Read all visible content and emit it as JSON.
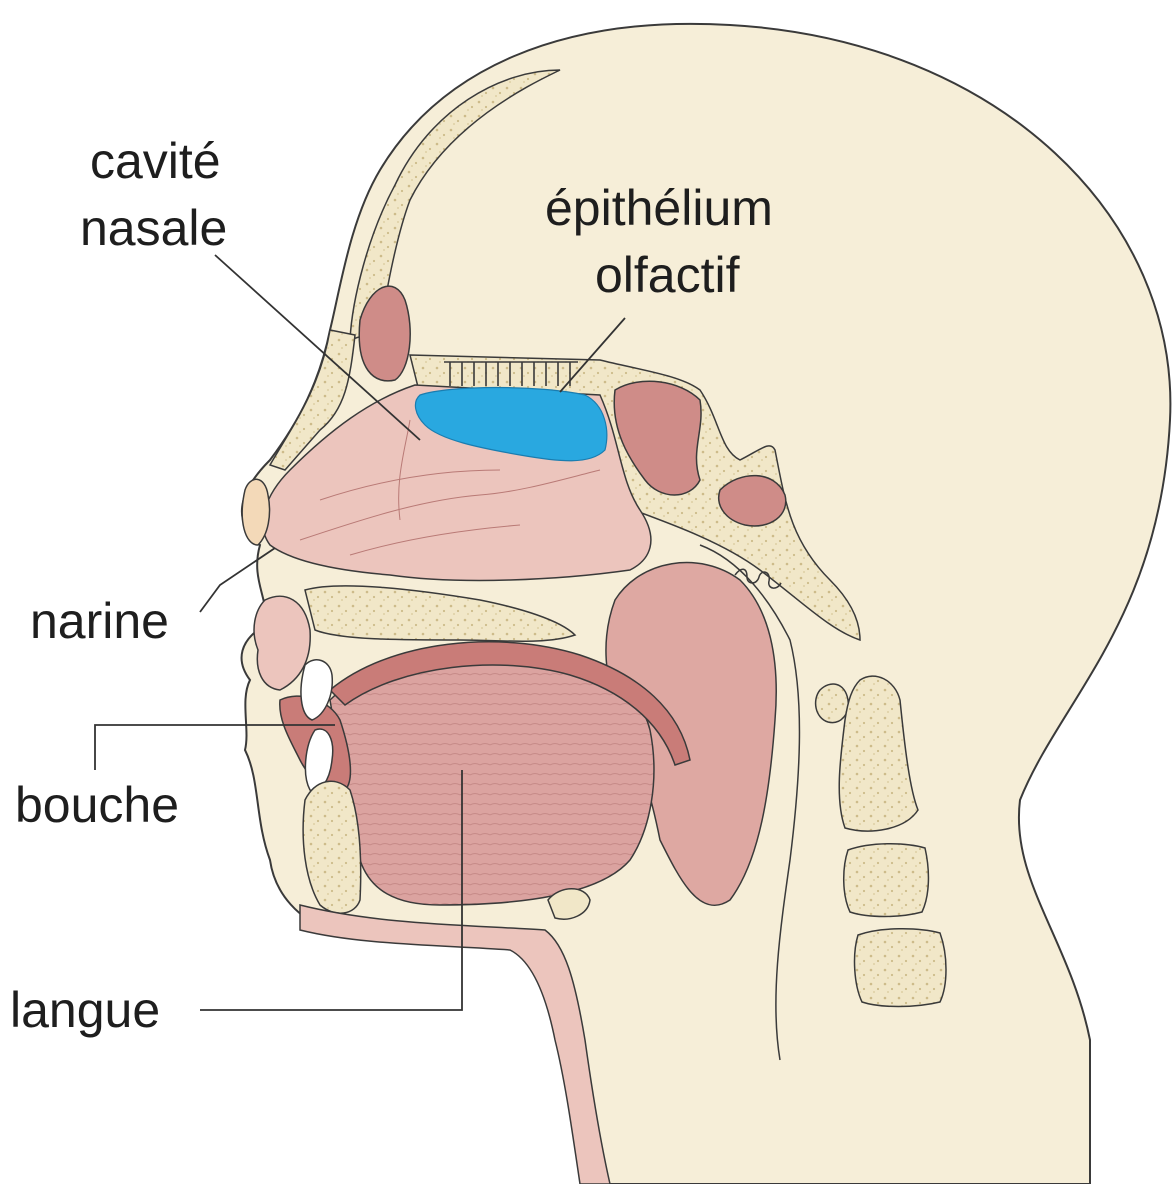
{
  "diagram": {
    "labels": {
      "nasal_cavity_line1": "cavité",
      "nasal_cavity_line2": "nasale",
      "olfactory_epithelium_line1": "épithélium",
      "olfactory_epithelium_line2": "olfactif",
      "nostril": "narine",
      "mouth": "bouche",
      "tongue": "langue"
    },
    "colors": {
      "skin": "#f6eed8",
      "bone": "#f1e7c8",
      "bone_stipple": "#d8c89a",
      "soft_tissue": "#ecc5bd",
      "tissue_dark": "#c97c78",
      "tongue": "#dba3a0",
      "olfactory_epithelium": "#29a8e0",
      "outline": "#3a3a3a"
    }
  }
}
